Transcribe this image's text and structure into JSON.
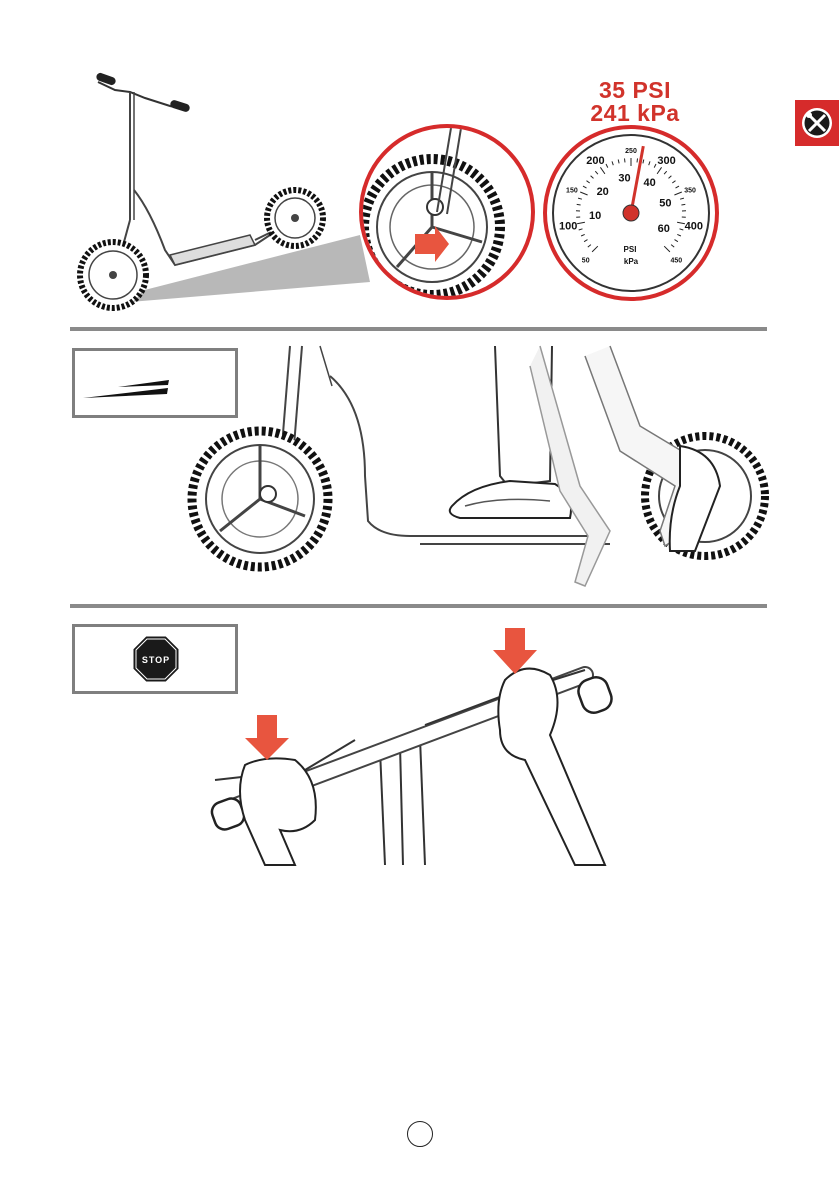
{
  "colors": {
    "accent_red": "#d62b2b",
    "gauge_red": "#d1332b",
    "rule_gray": "#8a8a8a"
  },
  "side_tab": {
    "icon": "wrench-screwdriver-icon"
  },
  "gauge": {
    "psi_label": "35 PSI",
    "kpa_label": "241 kPa",
    "outer_scale": [
      "50",
      "100",
      "150",
      "200",
      "250",
      "300",
      "350",
      "400",
      "450"
    ],
    "inner_scale": [
      "10",
      "20",
      "30",
      "40",
      "50",
      "60"
    ],
    "unit_psi": "PSI",
    "unit_kpa": "kPa",
    "needle_psi": 35
  },
  "panel_2": {
    "icon": "speed-lines-icon"
  },
  "panel_3": {
    "stop_sign_text": "STOP"
  },
  "footer": {
    "page_marker": "circle"
  }
}
